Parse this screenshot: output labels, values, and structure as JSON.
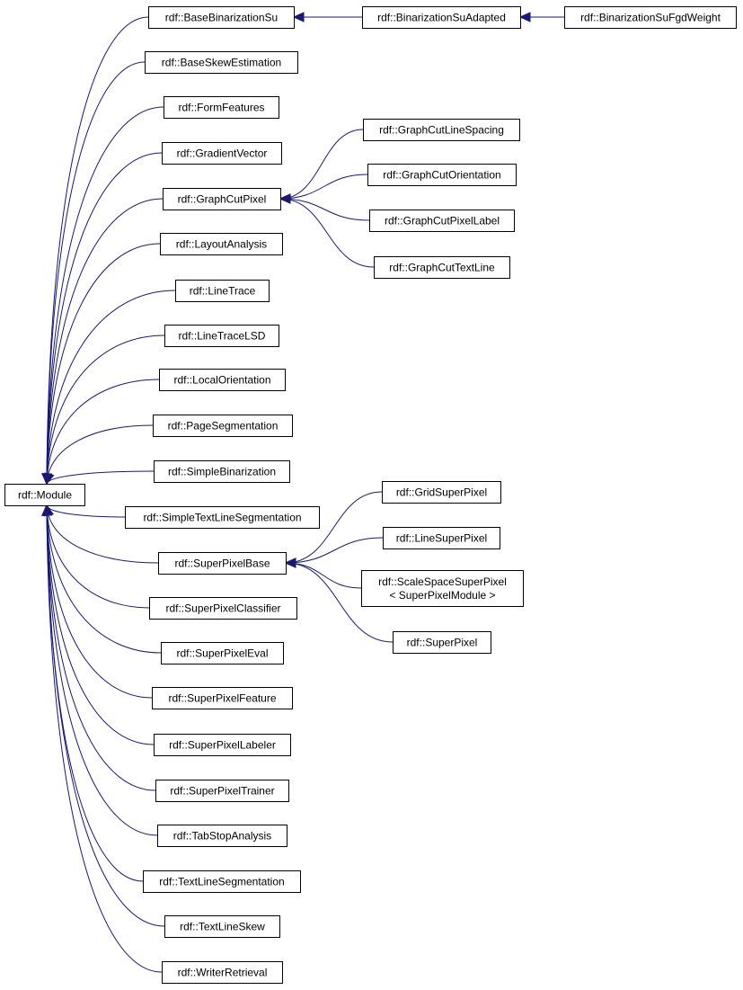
{
  "diagram": {
    "edge_color": "#191970",
    "nodes": {
      "module": [
        "rdf::Module"
      ],
      "base_binarization_su": [
        "rdf::BaseBinarizationSu"
      ],
      "binarization_su_adapted": [
        "rdf::BinarizationSuAdapted"
      ],
      "binarization_su_fgd_weight": [
        "rdf::BinarizationSuFgdWeight"
      ],
      "base_skew_estimation": [
        "rdf::BaseSkewEstimation"
      ],
      "form_features": [
        "rdf::FormFeatures"
      ],
      "gradient_vector": [
        "rdf::GradientVector"
      ],
      "graph_cut_pixel": [
        "rdf::GraphCutPixel"
      ],
      "graph_cut_line_spacing": [
        "rdf::GraphCutLineSpacing"
      ],
      "graph_cut_orientation": [
        "rdf::GraphCutOrientation"
      ],
      "graph_cut_pixel_label": [
        "rdf::GraphCutPixelLabel"
      ],
      "graph_cut_text_line": [
        "rdf::GraphCutTextLine"
      ],
      "layout_analysis": [
        "rdf::LayoutAnalysis"
      ],
      "line_trace": [
        "rdf::LineTrace"
      ],
      "line_trace_lsd": [
        "rdf::LineTraceLSD"
      ],
      "local_orientation": [
        "rdf::LocalOrientation"
      ],
      "page_segmentation": [
        "rdf::PageSegmentation"
      ],
      "simple_binarization": [
        "rdf::SimpleBinarization"
      ],
      "simple_text_line_segmentation": [
        "rdf::SimpleTextLineSegmentation"
      ],
      "super_pixel_base": [
        "rdf::SuperPixelBase"
      ],
      "grid_super_pixel": [
        "rdf::GridSuperPixel"
      ],
      "line_super_pixel": [
        "rdf::LineSuperPixel"
      ],
      "scale_space_super_pixel": [
        "rdf::ScaleSpaceSuperPixel",
        "< SuperPixelModule >"
      ],
      "super_pixel": [
        "rdf::SuperPixel"
      ],
      "super_pixel_classifier": [
        "rdf::SuperPixelClassifier"
      ],
      "super_pixel_eval": [
        "rdf::SuperPixelEval"
      ],
      "super_pixel_feature": [
        "rdf::SuperPixelFeature"
      ],
      "super_pixel_labeler": [
        "rdf::SuperPixelLabeler"
      ],
      "super_pixel_trainer": [
        "rdf::SuperPixelTrainer"
      ],
      "tab_stop_analysis": [
        "rdf::TabStopAnalysis"
      ],
      "text_line_segmentation": [
        "rdf::TextLineSegmentation"
      ],
      "text_line_skew": [
        "rdf::TextLineSkew"
      ],
      "writer_retrieval": [
        "rdf::WriterRetrieval"
      ]
    },
    "edges": [
      {
        "from": "base_binarization_su",
        "to": "module"
      },
      {
        "from": "base_skew_estimation",
        "to": "module"
      },
      {
        "from": "form_features",
        "to": "module"
      },
      {
        "from": "gradient_vector",
        "to": "module"
      },
      {
        "from": "graph_cut_pixel",
        "to": "module"
      },
      {
        "from": "layout_analysis",
        "to": "module"
      },
      {
        "from": "line_trace",
        "to": "module"
      },
      {
        "from": "line_trace_lsd",
        "to": "module"
      },
      {
        "from": "local_orientation",
        "to": "module"
      },
      {
        "from": "page_segmentation",
        "to": "module"
      },
      {
        "from": "simple_binarization",
        "to": "module"
      },
      {
        "from": "simple_text_line_segmentation",
        "to": "module"
      },
      {
        "from": "super_pixel_base",
        "to": "module"
      },
      {
        "from": "super_pixel_classifier",
        "to": "module"
      },
      {
        "from": "super_pixel_eval",
        "to": "module"
      },
      {
        "from": "super_pixel_feature",
        "to": "module"
      },
      {
        "from": "super_pixel_labeler",
        "to": "module"
      },
      {
        "from": "super_pixel_trainer",
        "to": "module"
      },
      {
        "from": "tab_stop_analysis",
        "to": "module"
      },
      {
        "from": "text_line_segmentation",
        "to": "module"
      },
      {
        "from": "text_line_skew",
        "to": "module"
      },
      {
        "from": "writer_retrieval",
        "to": "module"
      },
      {
        "from": "binarization_su_adapted",
        "to": "base_binarization_su"
      },
      {
        "from": "binarization_su_fgd_weight",
        "to": "binarization_su_adapted"
      },
      {
        "from": "graph_cut_line_spacing",
        "to": "graph_cut_pixel"
      },
      {
        "from": "graph_cut_orientation",
        "to": "graph_cut_pixel"
      },
      {
        "from": "graph_cut_pixel_label",
        "to": "graph_cut_pixel"
      },
      {
        "from": "graph_cut_text_line",
        "to": "graph_cut_pixel"
      },
      {
        "from": "grid_super_pixel",
        "to": "super_pixel_base"
      },
      {
        "from": "line_super_pixel",
        "to": "super_pixel_base"
      },
      {
        "from": "scale_space_super_pixel",
        "to": "super_pixel_base"
      },
      {
        "from": "super_pixel",
        "to": "super_pixel_base"
      }
    ]
  }
}
